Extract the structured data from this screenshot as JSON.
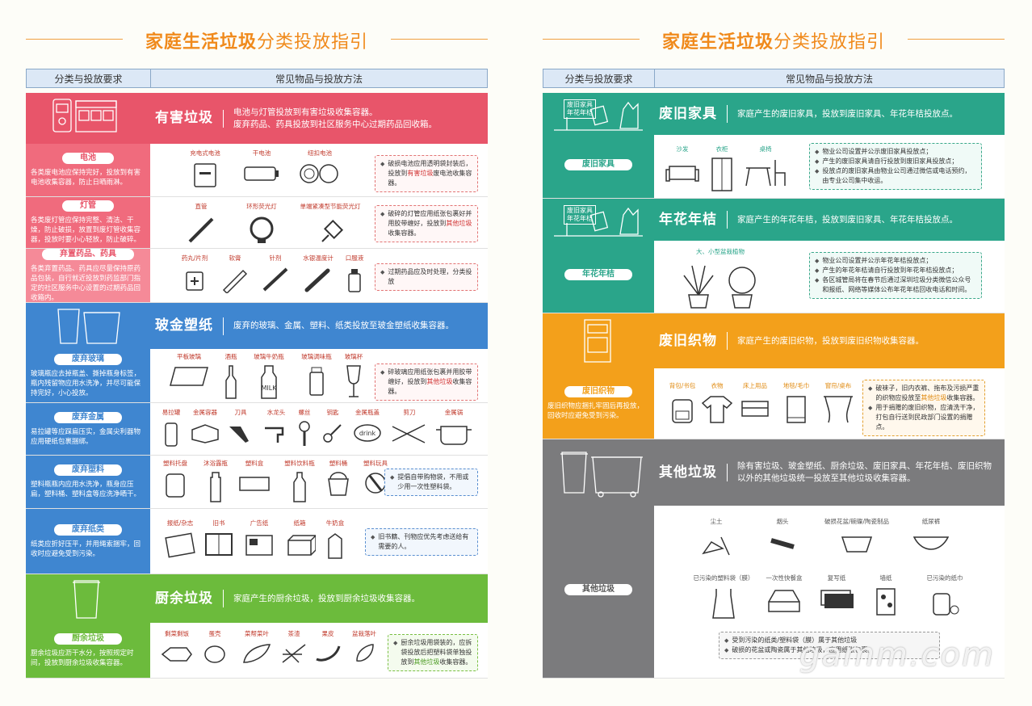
{
  "title_bold": "家庭生活垃圾",
  "title_rest": "分类投放指引",
  "hdr_col1": "分类与投放要求",
  "hdr_col2": "常见物品与投放方法",
  "left": {
    "hazard": {
      "title": "有害垃圾",
      "desc1": "电池与灯管投放到有害垃圾收集容器。",
      "desc2": "废弃药品、药具投放到社区服务中心过期药品回收箱。"
    },
    "battery": {
      "pill": "电池",
      "desc": "各类废电池应保持完好，投放到有害电池收集容器，防止日晒雨淋。",
      "items": [
        "充电式电池",
        "干电池",
        "纽扣电池"
      ],
      "note_pre": "破损电池应用透明袋封装后，投放到",
      "note_red": "有害垃圾",
      "note_post": "废电池收集容器。"
    },
    "lamp": {
      "pill": "灯管",
      "desc": "各类废灯管应保持完整、清洁、干燥，防止破损，放置到废灯管收集容器，投放时要小心轻放，防止破碎。",
      "items": [
        "直管",
        "环形荧光灯",
        "单端紧凑型节能荧光灯"
      ],
      "note_pre": "破碎的灯管应用纸张包裹好并用胶带缠好，投放到",
      "note_red": "其他垃圾",
      "note_post": "收集容器。"
    },
    "medicine": {
      "pill": "弃置药品、药具",
      "desc": "各类弃置药品、药具应尽量保持原药品包装，自行就近投放到药监部门指定的社区服务中心设置的过期药品回收箱内。",
      "items": [
        "药丸/片剂",
        "软膏",
        "针剂",
        "水银温度计",
        "口服液"
      ],
      "note": "过期药品应及时处理，分类投放"
    },
    "recyclable": {
      "title": "玻金塑纸",
      "desc": "废弃的玻璃、金属、塑料、纸类投放至玻金塑纸收集容器。"
    },
    "glass": {
      "pill": "废弃玻璃",
      "desc": "玻璃瓶应去掉瓶盖、撕掉瓶身标签，瓶内残留物应用水洗净，并尽可能保持完好，小心投放。",
      "items": [
        "平板玻璃",
        "酒瓶",
        "玻璃牛奶瓶",
        "玻璃调味瓶",
        "玻璃杯"
      ],
      "milk": "MILK",
      "note_pre": "碎玻璃应用纸张包裹并用胶带缠好，投放到",
      "note_red": "其他垃圾",
      "note_post": "收集容器。"
    },
    "metal": {
      "pill": "废弃金属",
      "desc": "易拉罐等应踩扁压实，金属尖利器物应用硬纸包裹捆绑。",
      "items": [
        "易拉罐",
        "金属容器",
        "刀具",
        "水龙头",
        "螺丝",
        "钥匙",
        "金属瓶盖",
        "剪刀",
        "金属锅"
      ],
      "cap": "drink"
    },
    "plastic": {
      "pill": "废弃塑料",
      "desc": "塑料瓶瓶内应用水洗净，瓶身应压扁，塑料桶、塑料盒等应洗净晒干。",
      "items": [
        "塑料托盘",
        "沐浴露瓶",
        "塑料盒",
        "塑料饮料瓶",
        "塑料桶",
        "塑料玩具"
      ],
      "note": "提倡自带购物袋，不用或少用一次性塑料袋。"
    },
    "paper": {
      "pill": "废弃纸类",
      "desc": "纸类应折好压平，并用绳索捆牢，回收时应避免受到污染。",
      "items": [
        "报纸/杂志",
        "旧书",
        "广告纸",
        "纸箱",
        "牛奶盒"
      ],
      "note": "旧书籍、刊物应优先考虑送给有需要的人。"
    },
    "kitchen": {
      "title": "厨余垃圾",
      "desc": "家庭产生的厨余垃圾，投放到厨余垃圾收集容器。"
    },
    "kitchen_row": {
      "pill": "厨余垃圾",
      "desc": "厨余垃圾应沥干水分，按照规定时间，投放到厨余垃圾收集容器。",
      "items": [
        "剩菜剩饭",
        "蛋壳",
        "菜帮菜叶",
        "茶渣",
        "果皮",
        "盆栽落叶"
      ],
      "note_pre": "厨余垃圾用袋装的，应拆袋投放后把塑料袋单独投放到",
      "note_red": "其他垃圾",
      "note_post": "收集容器。"
    }
  },
  "right": {
    "furniture": {
      "title": "废旧家具",
      "desc": "家庭产生的废旧家具，投放到废旧家具、年花年桔投放点。",
      "sign1": "废旧家具",
      "sign2": "年花年桔"
    },
    "furniture_row": {
      "pill": "废旧家具",
      "items": [
        "沙发",
        "衣柜",
        "桌椅"
      ],
      "notes": [
        "物业公司设置并公示废旧家具投放点；",
        "产生的废旧家具请自行投放到废旧家具投放点；",
        "投放点的废旧家具由物业公司通过微信或电话预约，由专业公司集中收运。"
      ]
    },
    "flower": {
      "title": "年花年桔",
      "desc": "家庭产生的年花年桔，投放到废旧家具、年花年桔投放点。"
    },
    "flower_row": {
      "pill": "年花年桔",
      "items": [
        "大、小型盆栽植物"
      ],
      "notes": [
        "物业公司设置并公示年花年桔投放点；",
        "产生的年花年桔请自行投放到年花年桔投放点；",
        "各区城管局将在春节后通过深圳垃圾分类微信公众号和报纸、网络等媒体公布年花年桔回收电话和时间。"
      ]
    },
    "textile": {
      "title": "废旧织物",
      "desc": "家庭产生的废旧织物，投放到废旧织物收集容器。"
    },
    "textile_row": {
      "pill": "废旧织物",
      "desc": "废旧织物应捆扎牢固后再投放，回收时应避免受到污染。",
      "items": [
        "背包/书包",
        "衣物",
        "床上用品",
        "地毯/毛巾",
        "窗帘/桌布"
      ],
      "note1_pre": "破袜子，旧内衣裤、拖布及污损严重的织物应投放至",
      "note1_red": "其他垃圾",
      "note1_post": "收集容器。",
      "note2": "用于捐赠的废旧织物，应清洗干净，打包自行送到民政部门设置的捐赠点。"
    },
    "other": {
      "title": "其他垃圾",
      "desc1": "除有害垃圾、玻金塑纸、厨余垃圾、废旧家具、年花年桔、废旧织物",
      "desc2": "以外的其他垃圾统一投放至其他垃圾收集容器。"
    },
    "other_row": {
      "pill": "其他垃圾",
      "items1": [
        "尘土",
        "烟头",
        "破损花盆/碗碟/陶瓷制品",
        "纸尿裤"
      ],
      "items2": [
        "已污染的塑料袋（膜）",
        "一次性快餐盒",
        "复写纸",
        "墙纸",
        "已污染的纸巾"
      ],
      "notes": [
        "受到污染的纸类/塑料袋（膜）属于其他垃圾",
        "破损的花盆或陶瓷属于其他垃圾，应用纸张包裹。"
      ]
    }
  },
  "watermark": "gamm.com",
  "colors": {
    "hazard": "#e8556a",
    "hazard_light": "#f06b7d",
    "hazard_pale": "#f58a98",
    "recyc": "#3f86d0",
    "kitchen": "#6cbb3c",
    "teal": "#2aa58a",
    "orange": "#f3a01b",
    "gray": "#7b7b7d"
  }
}
